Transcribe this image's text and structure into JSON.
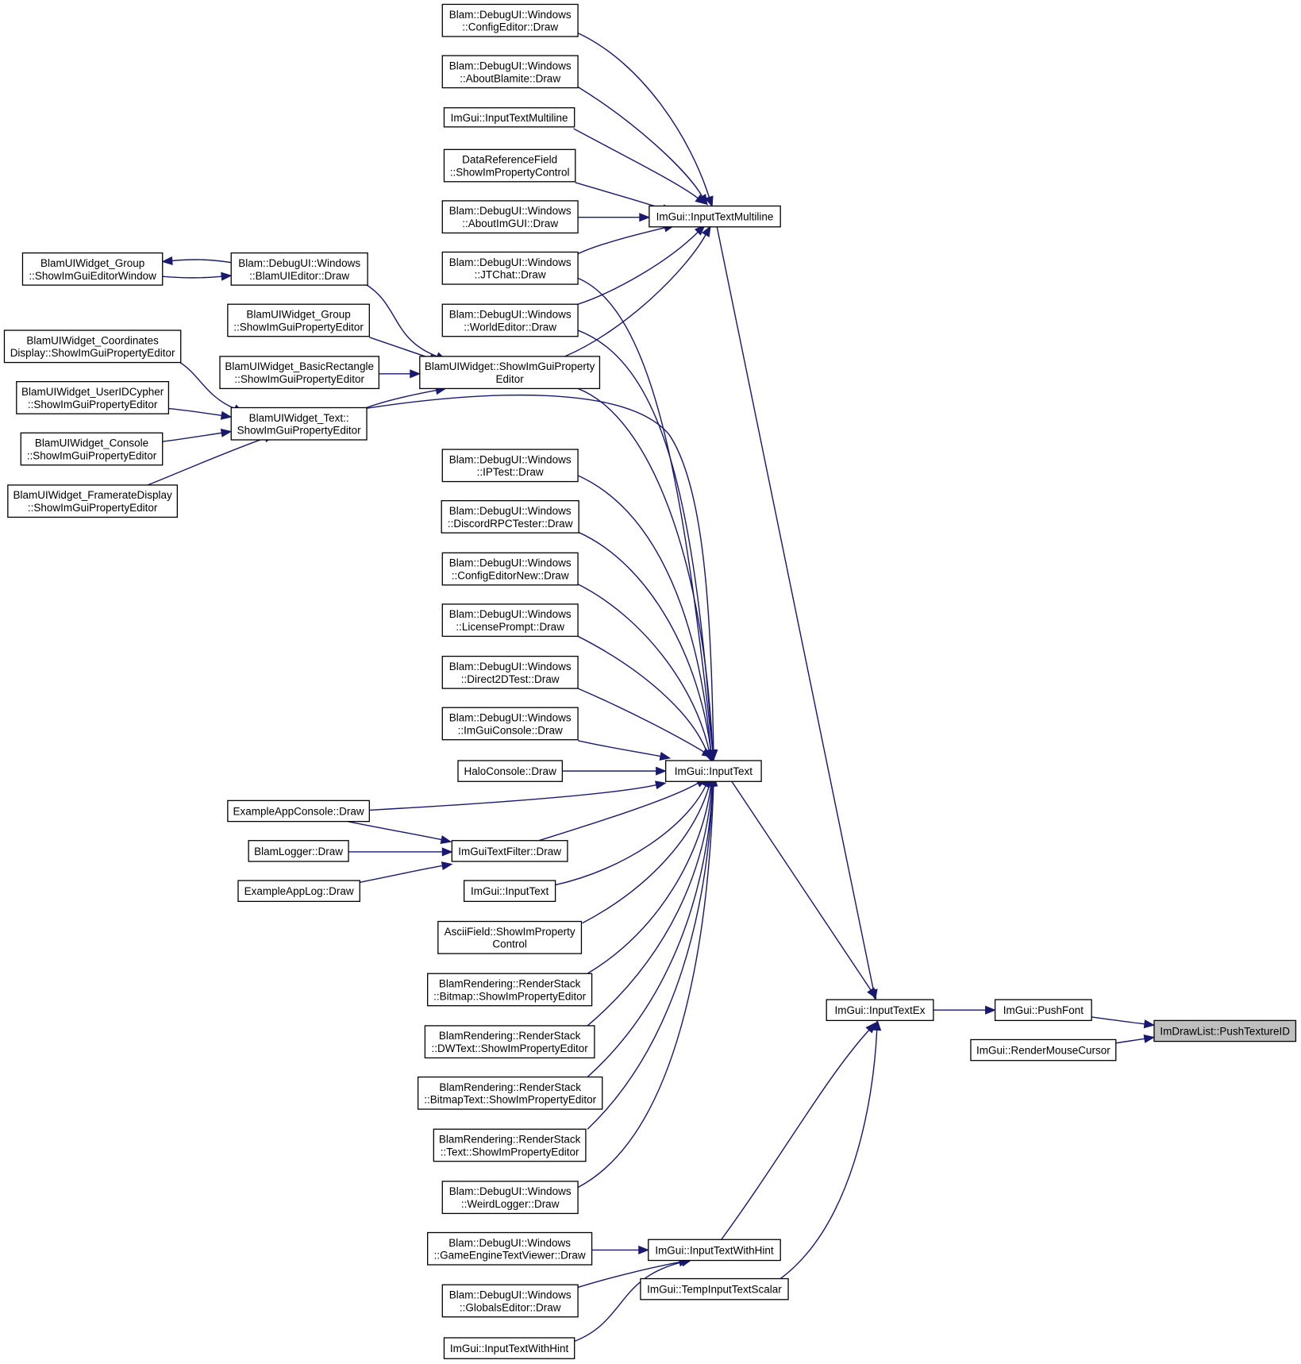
{
  "title": "",
  "nodes": [
    {
      "id": "n_cfg_editor",
      "lines": [
        "Blam::DebugUI::Windows",
        "::ConfigEditor::Draw"
      ]
    },
    {
      "id": "n_about_blamite",
      "lines": [
        "Blam::DebugUI::Windows",
        "::AboutBlamite::Draw"
      ]
    },
    {
      "id": "n_itm_ml_caller",
      "lines": [
        "ImGui::InputTextMultiline"
      ]
    },
    {
      "id": "n_dataref",
      "lines": [
        "DataReferenceField",
        "::ShowImPropertyControl"
      ]
    },
    {
      "id": "n_about_imgui",
      "lines": [
        "Blam::DebugUI::Windows",
        "::AboutImGUI::Draw"
      ]
    },
    {
      "id": "n_jtchat",
      "lines": [
        "Blam::DebugUI::Windows",
        "::JTChat::Draw"
      ]
    },
    {
      "id": "n_world_editor",
      "lines": [
        "Blam::DebugUI::Windows",
        "::WorldEditor::Draw"
      ]
    },
    {
      "id": "n_itm_ml",
      "lines": [
        "ImGui::InputTextMultiline"
      ]
    },
    {
      "id": "n_bw_group_win",
      "lines": [
        "BlamUIWidget_Group",
        "::ShowImGuiEditorWindow"
      ]
    },
    {
      "id": "n_blamui_editor",
      "lines": [
        "Blam::DebugUI::Windows",
        "::BlamUIEditor::Draw"
      ]
    },
    {
      "id": "n_bw_group_prop",
      "lines": [
        "BlamUIWidget_Group",
        "::ShowImGuiPropertyEditor"
      ]
    },
    {
      "id": "n_bw_coords",
      "lines": [
        "BlamUIWidget_Coordinates",
        "Display::ShowImGuiPropertyEditor"
      ]
    },
    {
      "id": "n_bw_basicrect",
      "lines": [
        "BlamUIWidget_BasicRectangle",
        "::ShowImGuiPropertyEditor"
      ]
    },
    {
      "id": "n_bw_showprop",
      "lines": [
        "BlamUIWidget::ShowImGuiProperty",
        "Editor"
      ]
    },
    {
      "id": "n_bw_userid",
      "lines": [
        "BlamUIWidget_UserIDCypher",
        "::ShowImGuiPropertyEditor"
      ]
    },
    {
      "id": "n_bw_text",
      "lines": [
        "BlamUIWidget_Text::",
        "ShowImGuiPropertyEditor"
      ]
    },
    {
      "id": "n_bw_console",
      "lines": [
        "BlamUIWidget_Console",
        "::ShowImGuiPropertyEditor"
      ]
    },
    {
      "id": "n_bw_framerate",
      "lines": [
        "BlamUIWidget_FramerateDisplay",
        "::ShowImGuiPropertyEditor"
      ]
    },
    {
      "id": "n_iptest",
      "lines": [
        "Blam::DebugUI::Windows",
        "::IPTest::Draw"
      ]
    },
    {
      "id": "n_discord",
      "lines": [
        "Blam::DebugUI::Windows",
        "::DiscordRPCTester::Draw"
      ]
    },
    {
      "id": "n_cfg_editor_new",
      "lines": [
        "Blam::DebugUI::Windows",
        "::ConfigEditorNew::Draw"
      ]
    },
    {
      "id": "n_license",
      "lines": [
        "Blam::DebugUI::Windows",
        "::LicensePrompt::Draw"
      ]
    },
    {
      "id": "n_direct2d",
      "lines": [
        "Blam::DebugUI::Windows",
        "::Direct2DTest::Draw"
      ]
    },
    {
      "id": "n_imgui_console",
      "lines": [
        "Blam::DebugUI::Windows",
        "::ImGuiConsole::Draw"
      ]
    },
    {
      "id": "n_halo_console",
      "lines": [
        "HaloConsole::Draw"
      ]
    },
    {
      "id": "n_input_text",
      "lines": [
        "ImGui::InputText"
      ]
    },
    {
      "id": "n_example_console",
      "lines": [
        "ExampleAppConsole::Draw"
      ]
    },
    {
      "id": "n_blam_logger",
      "lines": [
        "BlamLogger::Draw"
      ]
    },
    {
      "id": "n_textfilter",
      "lines": [
        "ImGuiTextFilter::Draw"
      ]
    },
    {
      "id": "n_example_log",
      "lines": [
        "ExampleAppLog::Draw"
      ]
    },
    {
      "id": "n_input_text_caller",
      "lines": [
        "ImGui::InputText"
      ]
    },
    {
      "id": "n_ascii",
      "lines": [
        "AsciiField::ShowImProperty",
        "Control"
      ]
    },
    {
      "id": "n_rs_bitmap",
      "lines": [
        "BlamRendering::RenderStack",
        "::Bitmap::ShowImPropertyEditor"
      ]
    },
    {
      "id": "n_rs_dwtext",
      "lines": [
        "BlamRendering::RenderStack",
        "::DWText::ShowImPropertyEditor"
      ]
    },
    {
      "id": "n_rs_bitmaptext",
      "lines": [
        "BlamRendering::RenderStack",
        "::BitmapText::ShowImPropertyEditor"
      ]
    },
    {
      "id": "n_rs_text",
      "lines": [
        "BlamRendering::RenderStack",
        "::Text::ShowImPropertyEditor"
      ]
    },
    {
      "id": "n_weird_logger",
      "lines": [
        "Blam::DebugUI::Windows",
        "::WeirdLogger::Draw"
      ]
    },
    {
      "id": "n_input_text_ex",
      "lines": [
        "ImGui::InputTextEx"
      ]
    },
    {
      "id": "n_push_font",
      "lines": [
        "ImGui::PushFont"
      ]
    },
    {
      "id": "n_push_texture",
      "lines": [
        "ImDrawList::PushTextureID"
      ]
    },
    {
      "id": "n_render_cursor",
      "lines": [
        "ImGui::RenderMouseCursor"
      ]
    },
    {
      "id": "n_game_engine_viewer",
      "lines": [
        "Blam::DebugUI::Windows",
        "::GameEngineTextViewer::Draw"
      ]
    },
    {
      "id": "n_itwh",
      "lines": [
        "ImGui::InputTextWithHint"
      ]
    },
    {
      "id": "n_temp_scalar",
      "lines": [
        "ImGui::TempInputTextScalar"
      ]
    },
    {
      "id": "n_globals",
      "lines": [
        "Blam::DebugUI::Windows",
        "::GlobalsEditor::Draw"
      ]
    },
    {
      "id": "n_itwh_caller",
      "lines": [
        "ImGui::InputTextWithHint"
      ]
    }
  ],
  "edges": [
    {
      "from": "n_cfg_editor",
      "to": "n_itm_ml"
    },
    {
      "from": "n_about_blamite",
      "to": "n_itm_ml"
    },
    {
      "from": "n_itm_ml_caller",
      "to": "n_itm_ml"
    },
    {
      "from": "n_dataref",
      "to": "n_itm_ml"
    },
    {
      "from": "n_about_imgui",
      "to": "n_itm_ml"
    },
    {
      "from": "n_jtchat",
      "to": "n_itm_ml"
    },
    {
      "from": "n_world_editor",
      "to": "n_itm_ml"
    },
    {
      "from": "n_bw_showprop",
      "to": "n_itm_ml"
    },
    {
      "from": "n_blamui_editor",
      "to": "n_bw_group_win"
    },
    {
      "from": "n_bw_group_win",
      "to": "n_blamui_editor"
    },
    {
      "from": "n_blamui_editor",
      "to": "n_bw_showprop"
    },
    {
      "from": "n_bw_group_prop",
      "to": "n_bw_showprop"
    },
    {
      "from": "n_bw_basicrect",
      "to": "n_bw_showprop"
    },
    {
      "from": "n_bw_text",
      "to": "n_bw_showprop"
    },
    {
      "from": "n_bw_coords",
      "to": "n_bw_text"
    },
    {
      "from": "n_bw_userid",
      "to": "n_bw_text"
    },
    {
      "from": "n_bw_console",
      "to": "n_bw_text"
    },
    {
      "from": "n_bw_framerate",
      "to": "n_bw_text"
    },
    {
      "from": "n_jtchat",
      "to": "n_input_text"
    },
    {
      "from": "n_world_editor",
      "to": "n_input_text"
    },
    {
      "from": "n_bw_showprop",
      "to": "n_input_text"
    },
    {
      "from": "n_bw_text",
      "to": "n_input_text"
    },
    {
      "from": "n_iptest",
      "to": "n_input_text"
    },
    {
      "from": "n_discord",
      "to": "n_input_text"
    },
    {
      "from": "n_cfg_editor_new",
      "to": "n_input_text"
    },
    {
      "from": "n_license",
      "to": "n_input_text"
    },
    {
      "from": "n_direct2d",
      "to": "n_input_text"
    },
    {
      "from": "n_imgui_console",
      "to": "n_input_text"
    },
    {
      "from": "n_halo_console",
      "to": "n_input_text"
    },
    {
      "from": "n_example_console",
      "to": "n_input_text"
    },
    {
      "from": "n_example_console",
      "to": "n_textfilter"
    },
    {
      "from": "n_blam_logger",
      "to": "n_textfilter"
    },
    {
      "from": "n_example_log",
      "to": "n_textfilter"
    },
    {
      "from": "n_textfilter",
      "to": "n_input_text"
    },
    {
      "from": "n_input_text_caller",
      "to": "n_input_text"
    },
    {
      "from": "n_ascii",
      "to": "n_input_text"
    },
    {
      "from": "n_rs_bitmap",
      "to": "n_input_text"
    },
    {
      "from": "n_rs_dwtext",
      "to": "n_input_text"
    },
    {
      "from": "n_rs_bitmaptext",
      "to": "n_input_text"
    },
    {
      "from": "n_rs_text",
      "to": "n_input_text"
    },
    {
      "from": "n_weird_logger",
      "to": "n_input_text"
    },
    {
      "from": "n_itm_ml",
      "to": "n_input_text_ex"
    },
    {
      "from": "n_input_text",
      "to": "n_input_text_ex"
    },
    {
      "from": "n_itwh",
      "to": "n_input_text_ex"
    },
    {
      "from": "n_temp_scalar",
      "to": "n_input_text_ex"
    },
    {
      "from": "n_game_engine_viewer",
      "to": "n_itwh"
    },
    {
      "from": "n_globals",
      "to": "n_itwh"
    },
    {
      "from": "n_itwh_caller",
      "to": "n_itwh"
    },
    {
      "from": "n_input_text_ex",
      "to": "n_push_font"
    },
    {
      "from": "n_push_font",
      "to": "n_push_texture"
    },
    {
      "from": "n_render_cursor",
      "to": "n_push_texture"
    }
  ],
  "colors": {
    "edge": "#191970",
    "node_border": "#000000",
    "node_fill": "#ffffff",
    "target_fill": "#bfbfbf"
  }
}
